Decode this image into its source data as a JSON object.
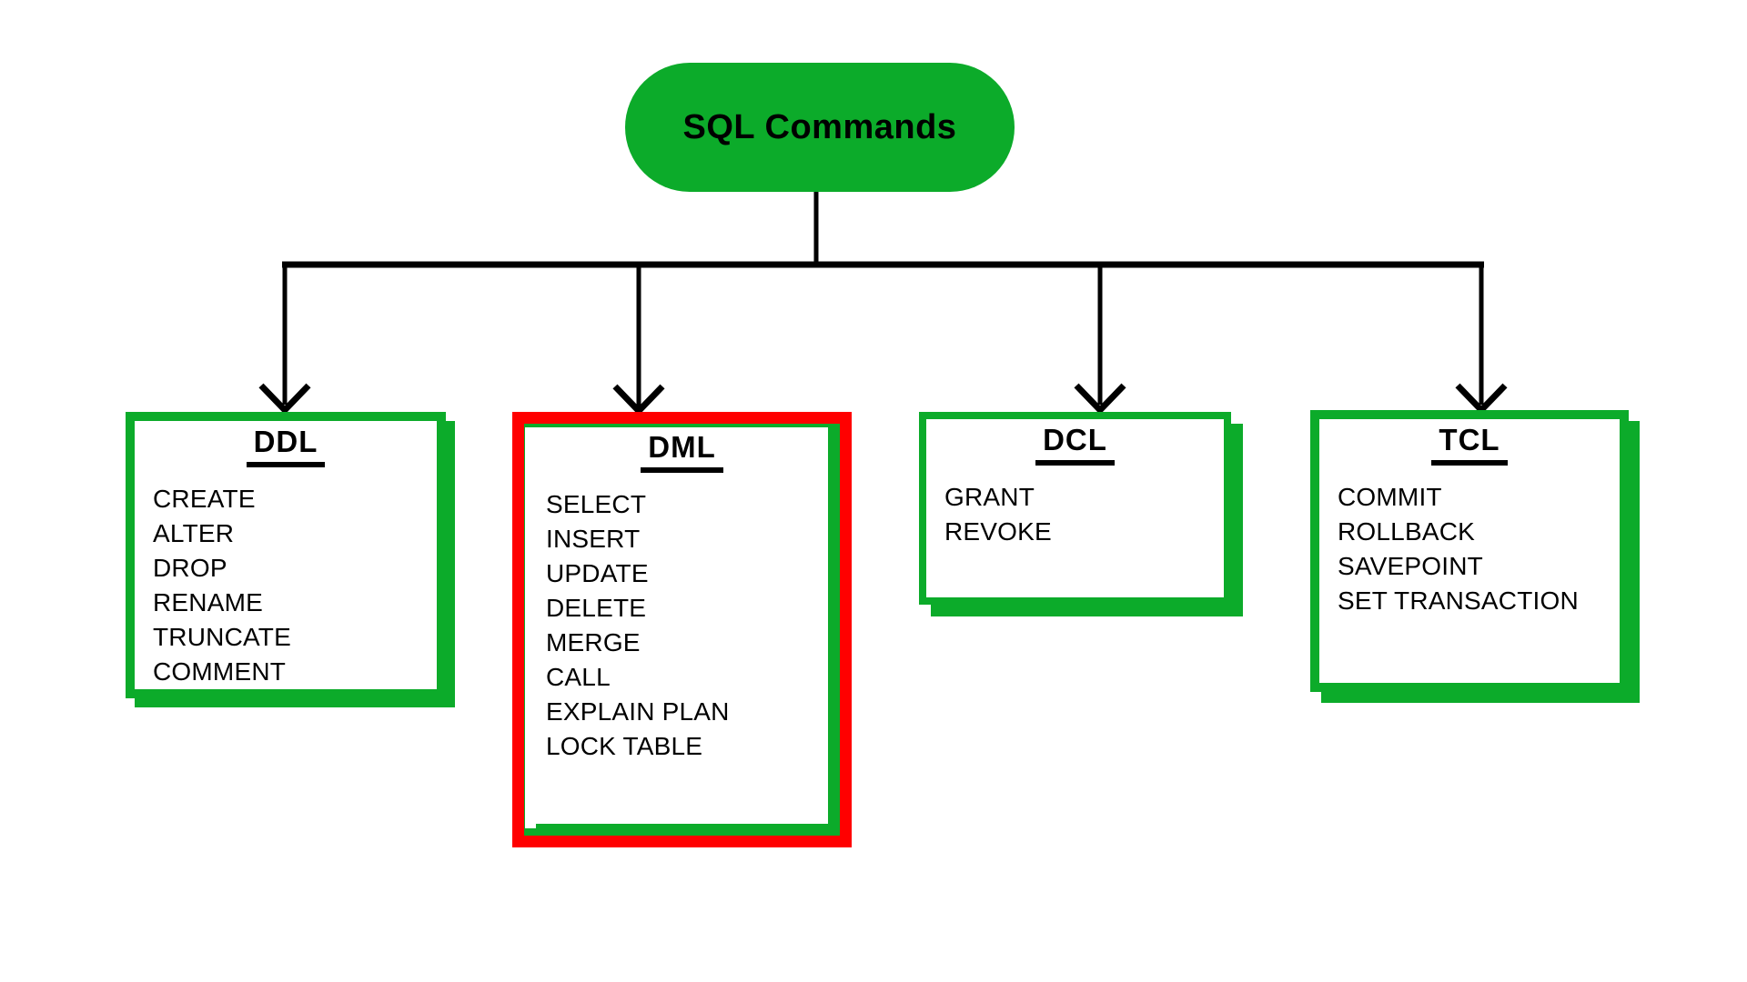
{
  "diagram": {
    "root": {
      "label": "SQL Commands"
    },
    "branches": [
      {
        "id": "ddl",
        "title": "DDL",
        "items": [
          "CREATE",
          "ALTER",
          "DROP",
          "RENAME",
          "TRUNCATE",
          "COMMENT"
        ],
        "border": "green"
      },
      {
        "id": "dml",
        "title": "DML",
        "items": [
          "SELECT",
          "INSERT",
          "UPDATE",
          "DELETE",
          "MERGE",
          "CALL",
          "EXPLAIN PLAN",
          "LOCK TABLE"
        ],
        "border": "green",
        "highlight": "red"
      },
      {
        "id": "dcl",
        "title": "DCL",
        "items": [
          "GRANT",
          "REVOKE"
        ],
        "border": "green"
      },
      {
        "id": "tcl",
        "title": "TCL",
        "items": [
          "COMMIT",
          "ROLLBACK",
          "SAVEPOINT",
          "SET TRANSACTION"
        ],
        "border": "green"
      }
    ],
    "colors": {
      "green": "#0cab2a",
      "red": "#ff0000",
      "line": "#000000",
      "background": "#ffffff",
      "text": "#000000"
    }
  }
}
